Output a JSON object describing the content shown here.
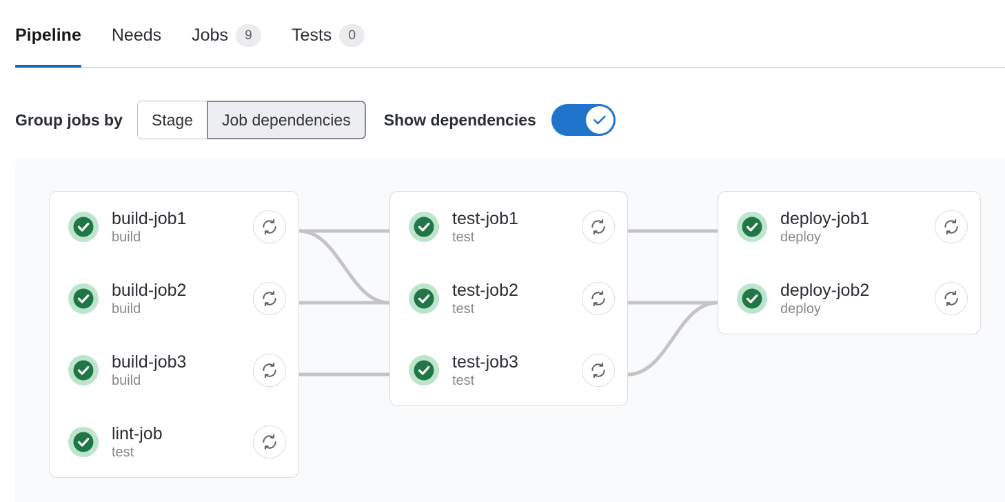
{
  "tabs": [
    {
      "label": "Pipeline",
      "badge": null,
      "active": true,
      "name": "tab-pipeline"
    },
    {
      "label": "Needs",
      "badge": null,
      "active": false,
      "name": "tab-needs"
    },
    {
      "label": "Jobs",
      "badge": "9",
      "active": false,
      "name": "tab-jobs"
    },
    {
      "label": "Tests",
      "badge": "0",
      "active": false,
      "name": "tab-tests"
    }
  ],
  "controls": {
    "group_jobs_by_label": "Group jobs by",
    "segment_stage": "Stage",
    "segment_job_dependencies": "Job dependencies",
    "selected_segment": "Job dependencies",
    "show_dependencies_label": "Show dependencies",
    "show_dependencies_on": true
  },
  "graph": {
    "columns": [
      {
        "name": "build-column",
        "jobs": [
          {
            "name": "build-job1",
            "stage": "build",
            "status": "success",
            "retry_icon": "retry-icon"
          },
          {
            "name": "build-job2",
            "stage": "build",
            "status": "success",
            "retry_icon": "retry-icon"
          },
          {
            "name": "build-job3",
            "stage": "build",
            "status": "success",
            "retry_icon": "retry-icon"
          },
          {
            "name": "lint-job",
            "stage": "test",
            "status": "success",
            "retry_icon": "retry-icon"
          }
        ]
      },
      {
        "name": "test-column",
        "jobs": [
          {
            "name": "test-job1",
            "stage": "test",
            "status": "success",
            "retry_icon": "retry-icon"
          },
          {
            "name": "test-job2",
            "stage": "test",
            "status": "success",
            "retry_icon": "retry-icon"
          },
          {
            "name": "test-job3",
            "stage": "test",
            "status": "success",
            "retry_icon": "retry-icon"
          }
        ]
      },
      {
        "name": "deploy-column",
        "jobs": [
          {
            "name": "deploy-job1",
            "stage": "deploy",
            "status": "success",
            "retry_icon": "retry-icon"
          },
          {
            "name": "deploy-job2",
            "stage": "deploy",
            "status": "success",
            "retry_icon": "retry-icon"
          }
        ]
      }
    ]
  },
  "colors": {
    "accent_blue": "#1068bf",
    "toggle_blue": "#1f75cb",
    "success_green": "#217645",
    "success_halo": "#bde5ce",
    "canvas_bg": "#f9fafb",
    "link_gray": "#c4c4c6",
    "border_gray": "#dcdcde",
    "muted_text": "#89888d"
  }
}
